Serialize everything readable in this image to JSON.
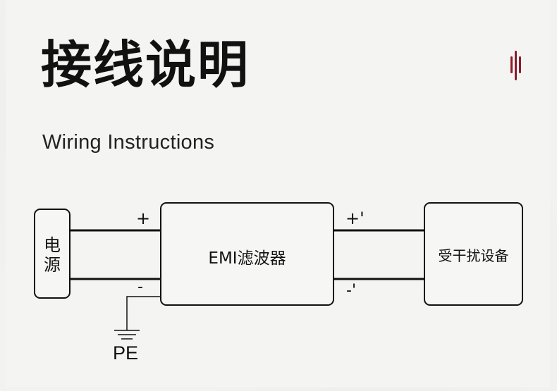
{
  "header": {
    "title": "接线说明",
    "subtitle": "Wiring Instructions"
  },
  "diagram": {
    "source_label": "电源",
    "filter_label": "EMI滤波器",
    "load_label": "受干扰设备",
    "input_plus": "+",
    "input_minus": "-",
    "output_plus": "+'",
    "output_minus": "-'",
    "ground_label": "PE"
  },
  "colors": {
    "accent": "#8c1c2c",
    "line": "#111111",
    "background": "#f3f3f1"
  }
}
